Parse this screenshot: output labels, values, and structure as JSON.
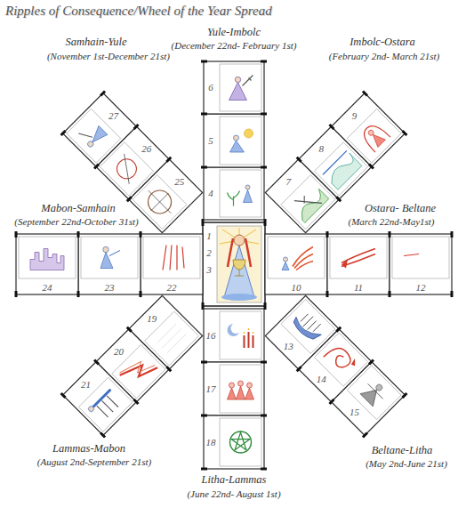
{
  "diagram": {
    "title": "Ripples of Consequence/Wheel of the Year Spread",
    "labels": [
      "Yule-Imbolc",
      "(December 22nd- February 1st)",
      "Samhain-Yule",
      "(November 1st-December 21st)",
      "Imbolc-Ostara",
      "(February 2nd- March 21st)",
      "Mabon-Samhain",
      "(September 22nd-October 31st)",
      "Ostara- Beltane",
      "(March 22nd-May1st)",
      "Lammas-Mabon",
      "(August 2nd-September 21st)",
      "Beltane-Litha",
      "(May 2nd-June 21st)",
      "Litha-Lammas",
      "(June 22nd- August 1st)",
      "1",
      "2",
      "3",
      "4",
      "5",
      "6",
      "7",
      "8",
      "9",
      "10",
      "11",
      "12",
      "13",
      "14",
      "15",
      "16",
      "17",
      "18",
      "19",
      "20",
      "21",
      "22",
      "23",
      "24",
      "25",
      "26",
      "27"
    ]
  }
}
